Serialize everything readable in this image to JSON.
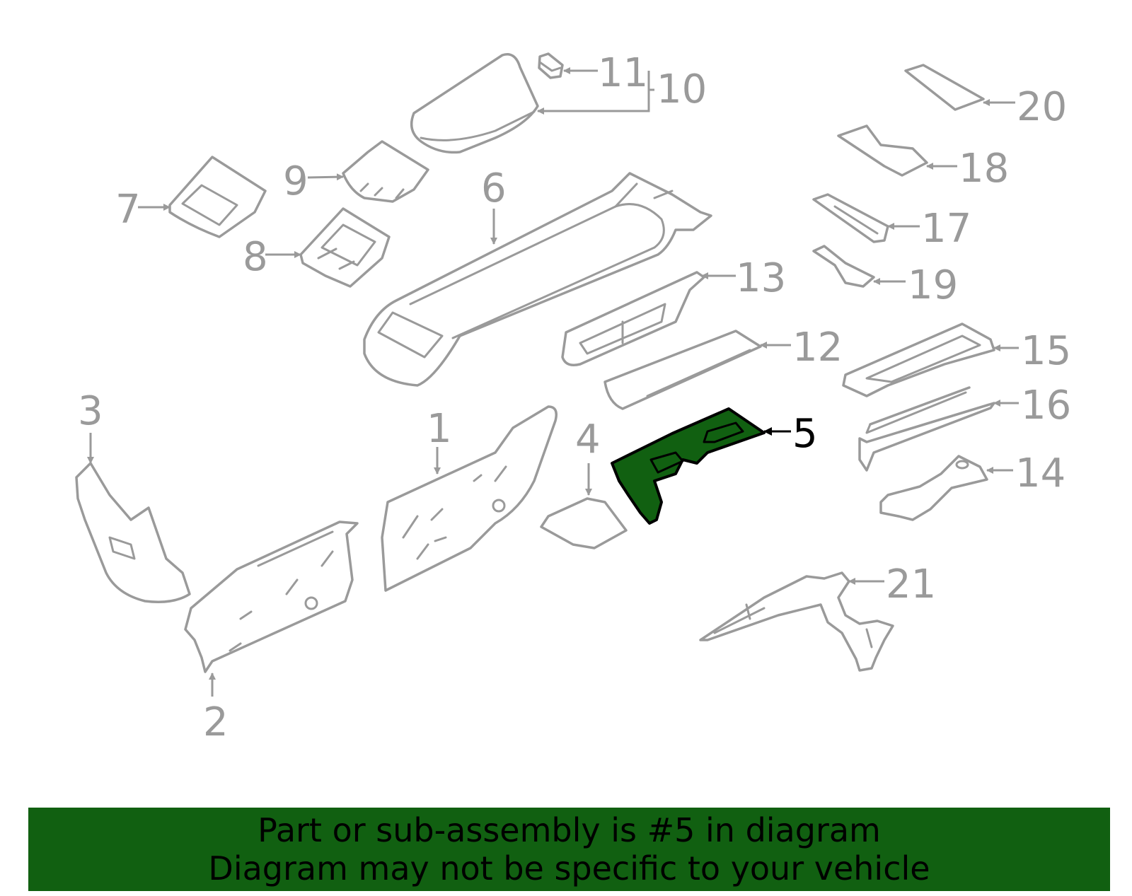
{
  "highlight_color": "#116011",
  "part_stroke_color": "#9a9a9a",
  "highlighted_part": "5",
  "callouts": {
    "p1": "1",
    "p2": "2",
    "p3": "3",
    "p4": "4",
    "p5": "5",
    "p6": "6",
    "p7": "7",
    "p8": "8",
    "p9": "9",
    "p10": "10",
    "p11": "11",
    "p12": "12",
    "p13": "13",
    "p14": "14",
    "p15": "15",
    "p16": "16",
    "p17": "17",
    "p18": "18",
    "p19": "19",
    "p20": "20",
    "p21": "21"
  },
  "banner": {
    "line1": "Part or sub-assembly is #5 in diagram",
    "line2": "Diagram may not be specific to your vehicle"
  }
}
